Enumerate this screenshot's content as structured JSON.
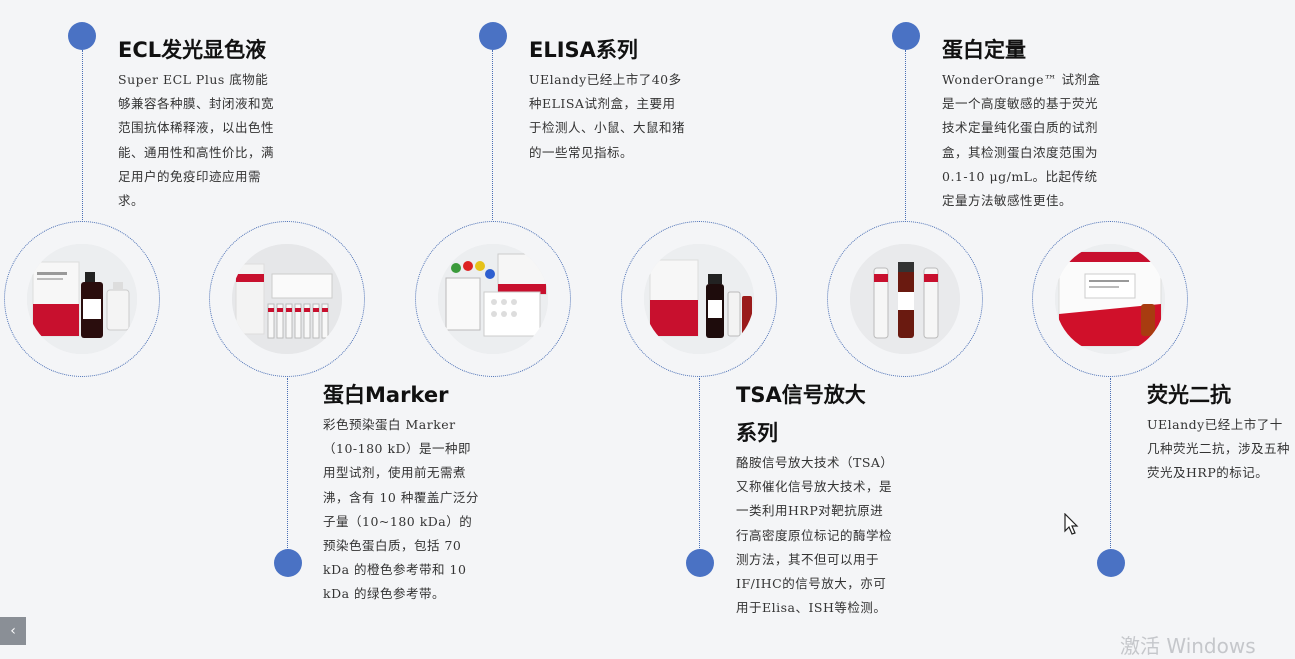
{
  "items": [
    {
      "title": "ECL发光显色液",
      "desc": "Super ECL Plus 底物能够兼容各种膜、封闭液和宽范围抗体稀释液，以出色性能、通用性和高性价比，满足用户的免疫印迹应用需求。",
      "image_icon": "ecl-kit-image"
    },
    {
      "title": "蛋白Marker",
      "desc": "彩色预染蛋白 Marker（10-180 kD）是一种即用型试剂，使用前无需煮沸，含有 10 种覆盖广泛分子量（10~180 kDa）的预染色蛋白质，包括 70 kDa 的橙色参考带和 10 kDa 的绿色参考带。",
      "image_icon": "protein-marker-image"
    },
    {
      "title": "ELISA系列",
      "desc": "UElandy已经上市了40多种ELISA试剂盒，主要用于检测人、小鼠、大鼠和猪的一些常见指标。",
      "image_icon": "elisa-kit-image"
    },
    {
      "title": "TSA信号放大系列",
      "desc": "酪胺信号放大技术（TSA）又称催化信号放大技术，是一类利用HRP对靶抗原进行高密度原位标记的酶学检测方法，其不但可以用于IF/IHC的信号放大，亦可用于Elisa、ISH等检测。",
      "image_icon": "tsa-kit-image"
    },
    {
      "title": "蛋白定量",
      "desc": "WonderOrange™ 试剂盒是一个高度敏感的基于荧光技术定量纯化蛋白质的试剂盒，其检测蛋白浓度范围为 0.1-10 μg/mL。比起传统定量方法敏感性更佳。",
      "image_icon": "protein-quant-image"
    },
    {
      "title": "荧光二抗",
      "desc": "UElandy已经上市了十几种荧光二抗，涉及五种荧光及HRP的标记。",
      "image_icon": "fluorescent-antibody-image"
    }
  ],
  "nav": {
    "prev_label": "‹"
  },
  "watermark": "激活 Windows",
  "colors": {
    "accent": "#4a72c4",
    "line": "#4a6fb5",
    "background": "#f4f5f7"
  }
}
